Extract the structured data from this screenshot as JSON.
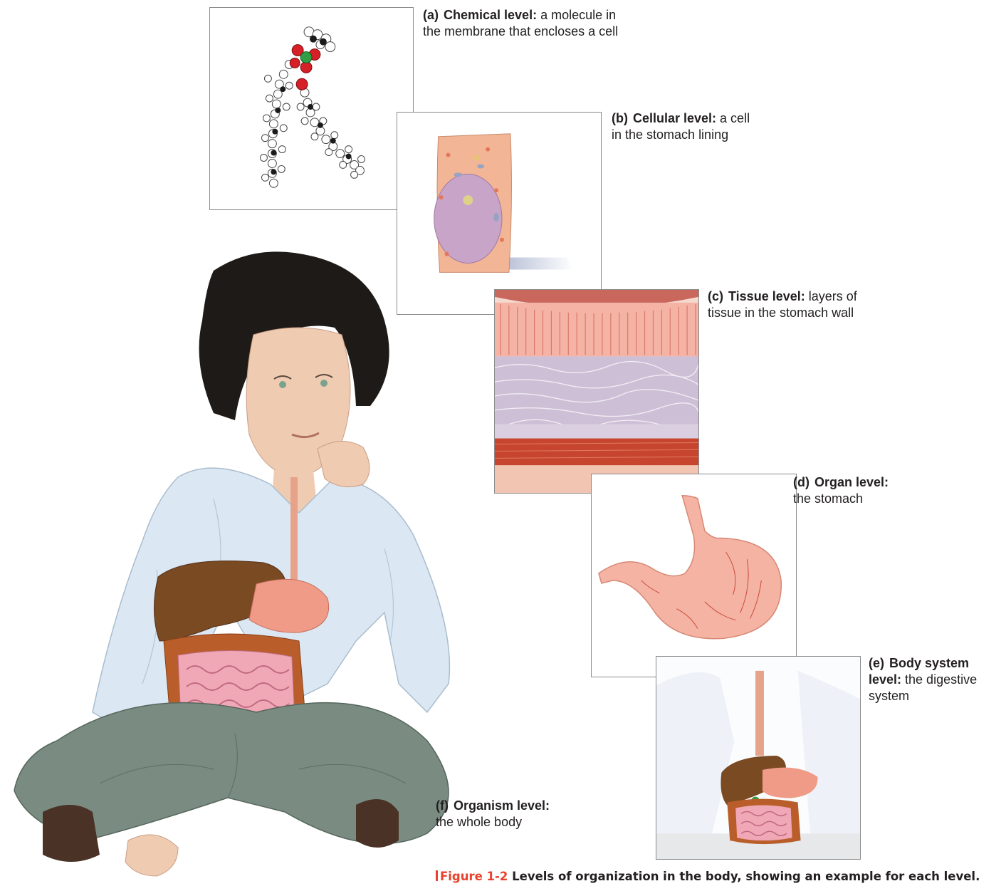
{
  "levels": [
    {
      "letter": "(a)",
      "name": "Chemical level:",
      "line1": " a molecule in",
      "line2": "the membrane that encloses a cell"
    },
    {
      "letter": "(b)",
      "name": "Cellular level:",
      "line1": " a cell",
      "line2": "in the stomach lining"
    },
    {
      "letter": "(c)",
      "name": "Tissue level:",
      "line1": " layers of",
      "line2": "tissue in the stomach wall"
    },
    {
      "letter": "(d)",
      "name": "Organ level:",
      "line1": "",
      "line2": "the stomach"
    },
    {
      "letter": "(e)",
      "name": "Body system",
      "name2": "level:",
      "line1": " the digestive",
      "line2": "system"
    },
    {
      "letter": "(f)",
      "name": "Organism level:",
      "line1": "",
      "line2": "the whole body"
    }
  ],
  "figure": {
    "number": "Figure 1-2",
    "text": "Levels of organization in the body, showing an example for each level."
  },
  "colors": {
    "accent": "#e8412c",
    "panel_border": "#8a8a8a",
    "stomach": "#f2a898",
    "liver": "#7a4a22",
    "shirt": "#dbe8f3",
    "pants": "#7a8c82"
  }
}
